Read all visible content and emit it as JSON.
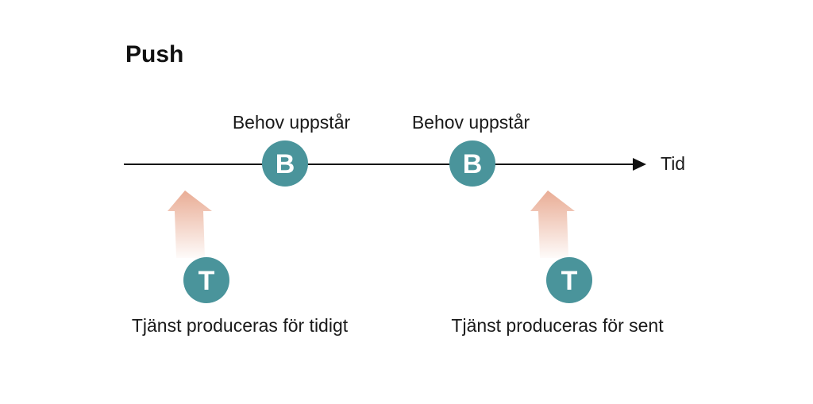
{
  "title": "Push",
  "axis": {
    "label": "Tid"
  },
  "needs": [
    {
      "letter": "B",
      "label": "Behov uppstår"
    },
    {
      "letter": "B",
      "label": "Behov uppstår"
    }
  ],
  "services": [
    {
      "letter": "T",
      "label": "Tjänst produceras för tidigt"
    },
    {
      "letter": "T",
      "label": "Tjänst produceras för sent"
    }
  ],
  "colors": {
    "node": "#4a949b",
    "arrow": "#e8a88f",
    "line": "#111111"
  }
}
